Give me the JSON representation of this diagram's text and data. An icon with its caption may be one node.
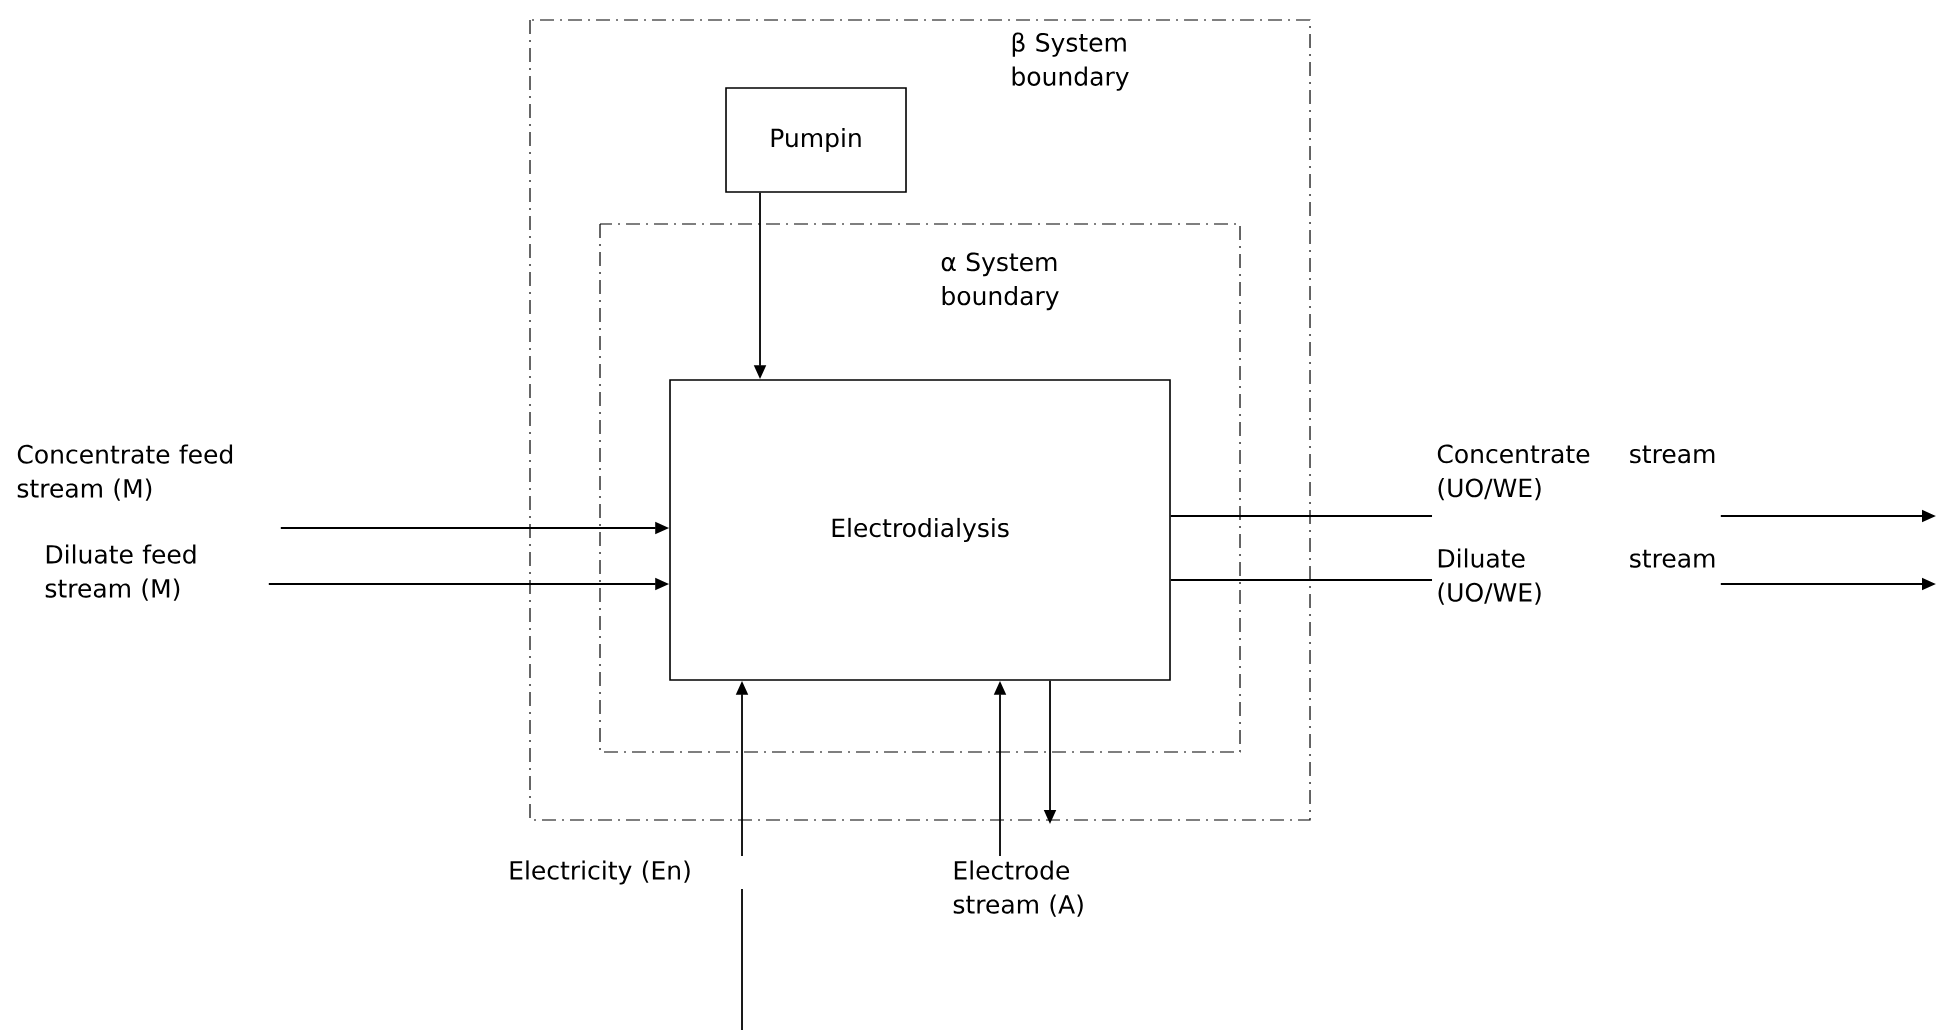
{
  "diagram": {
    "nodes": [
      {
        "text": [
          "β System boundary"
        ]
      },
      {
        "text": [
          "Pumpin"
        ],
        "in": 0
      },
      {
        "text": [
          "α System boundary"
        ],
        "in": 0
      },
      {
        "text": [
          "Electrodialysis"
        ],
        "in": 2
      },
      {
        "text": [
          "Concentrate feed stream (M)"
        ]
      },
      {
        "text": [
          "Diluate feed stream (M)"
        ]
      },
      {
        "text": [
          "Concentrate stream (UO/WE)"
        ]
      },
      {
        "text": [
          "Diluate stream (UO/WE)"
        ]
      },
      {
        "text": [
          "Electricity (En)"
        ]
      },
      {
        "text": [
          "Electrode stream (A)"
        ]
      }
    ],
    "edges": [
      {
        "from": 1,
        "to": 3,
        "arrow": "to"
      },
      {
        "from": 4,
        "to": 3,
        "arrow": "to"
      },
      {
        "from": 5,
        "to": 3,
        "arrow": "to"
      },
      {
        "from": 3,
        "to": 6,
        "arrow": "none"
      },
      {
        "from": 3,
        "to": 7,
        "arrow": "none"
      },
      {
        "from": 6,
        "to": null,
        "arrow": "to"
      },
      {
        "from": 7,
        "to": null,
        "arrow": "to"
      },
      {
        "from": 8,
        "to": 3,
        "arrow": "to"
      },
      {
        "from": 9,
        "to": 3,
        "arrow": "to"
      },
      {
        "from": 3,
        "to": 9,
        "arrow": "to"
      },
      {
        "from": 8,
        "to": null,
        "arrow": "none"
      }
    ]
  }
}
